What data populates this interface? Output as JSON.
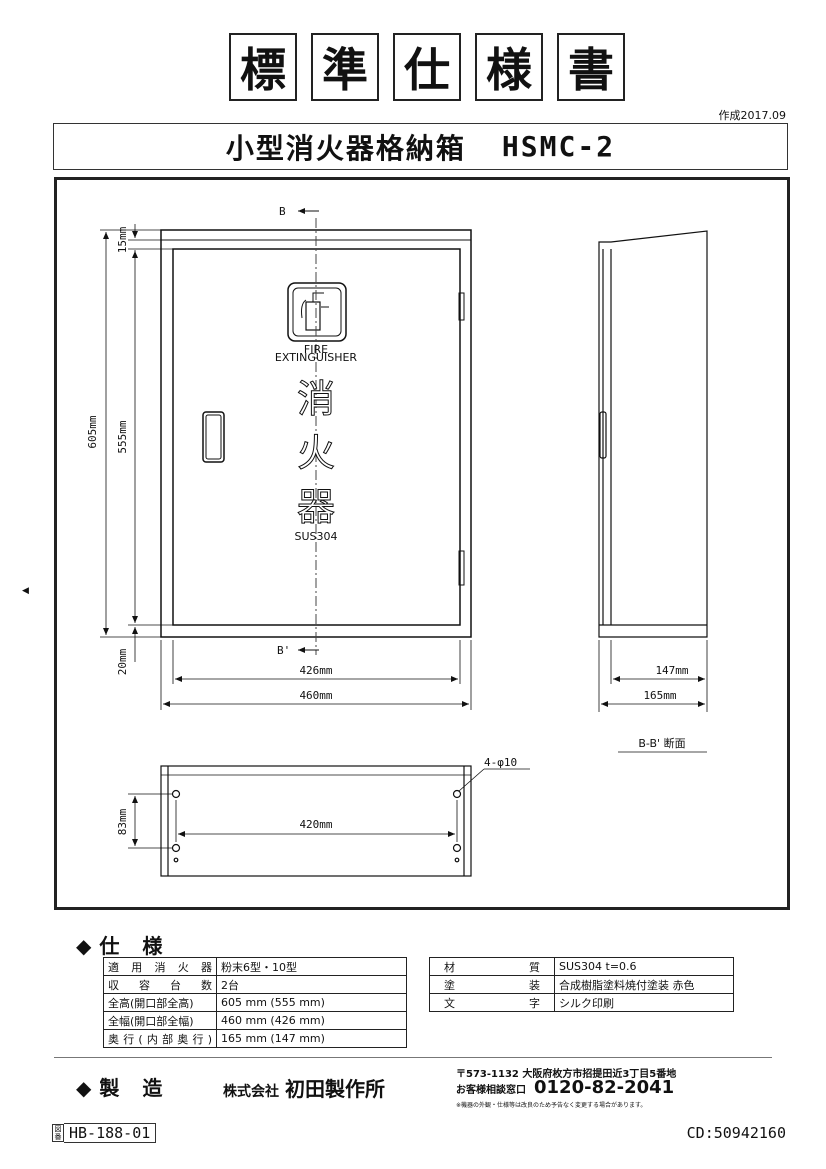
{
  "header": {
    "title_chars": [
      "標",
      "準",
      "仕",
      "様",
      "書"
    ],
    "created": "作成2017.09",
    "product_name": "小型消火器格納箱",
    "product_code": "HSMC-2"
  },
  "drawing": {
    "section_mark_top": "B",
    "section_mark_bottom": "B'",
    "door_label_en_1": "FIRE",
    "door_label_en_2": "EXTINGUISHER",
    "door_chars": [
      "消",
      "火",
      "器"
    ],
    "door_material": "SUS304",
    "dim_15": "15mm",
    "dim_605": "605mm",
    "dim_555": "555mm",
    "dim_20": "20mm",
    "dim_426": "426mm",
    "dim_460": "460mm",
    "dim_147": "147mm",
    "dim_165": "165mm",
    "section_label": "B-B' 断面",
    "hole_spec": "4-φ10",
    "dim_83": "83mm",
    "dim_420": "420mm"
  },
  "spec": {
    "heading": "◆仕 様",
    "left_rows": [
      {
        "label": "適用消火器",
        "value": "粉末6型・10型"
      },
      {
        "label": "収容台数",
        "value": "2台"
      },
      {
        "label": "全高(開口部全高)",
        "value": "605 mm (555 mm)"
      },
      {
        "label": "全幅(開口部全幅)",
        "value": "460 mm (426 mm)"
      },
      {
        "label": "奥行(内部奥行)",
        "value": "165 mm (147 mm)"
      }
    ],
    "right_rows": [
      {
        "label": "材質",
        "value": "SUS304 t=0.6"
      },
      {
        "label": "塗装",
        "value": "合成樹脂塗料焼付塗装 赤色"
      },
      {
        "label": "文字",
        "value": "シルク印刷"
      }
    ]
  },
  "maker": {
    "heading": "◆製 造",
    "company_prefix": "株式会社",
    "company_name": "初田製作所",
    "address": "〒573-1132 大阪府枚方市招提田近3丁目5番地",
    "phone_label": "お客様相談窓口",
    "phone": "0120-82-2041",
    "note": "※機器の外観・仕様等は改良のため予告なく変更する場合があります。"
  },
  "footer": {
    "drawing_mark": "図番",
    "drawing_no": "HB-188-01",
    "cd": "CD:50942160",
    "left_arrow": "◀"
  }
}
